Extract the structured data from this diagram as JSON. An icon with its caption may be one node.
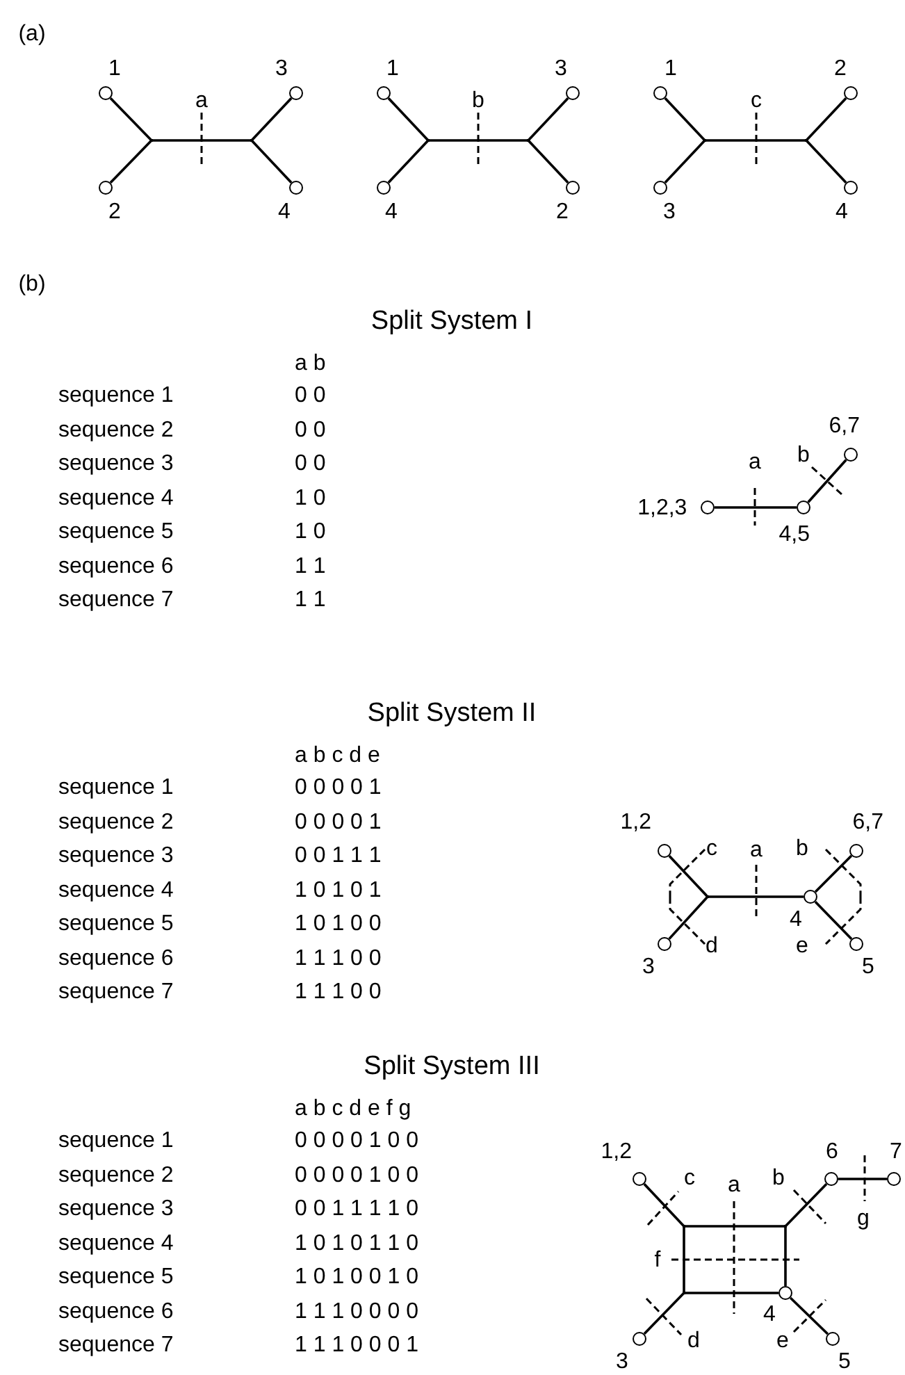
{
  "diagram": {
    "nodes": [
      {
        "text": [],
        "shape": "circle",
        "beside": [
          "1"
        ]
      },
      {
        "text": [],
        "shape": "circle",
        "beside": [
          "3"
        ]
      },
      {
        "text": [],
        "shape": "point"
      },
      {
        "text": [],
        "shape": "point"
      },
      {
        "text": [],
        "shape": "circle",
        "beside": [
          "2"
        ]
      },
      {
        "text": [],
        "shape": "circle",
        "beside": [
          "4"
        ]
      },
      {
        "text": [],
        "shape": "circle",
        "beside": [
          "1"
        ]
      },
      {
        "text": [],
        "shape": "circle",
        "beside": [
          "3"
        ]
      },
      {
        "text": [],
        "shape": "point"
      },
      {
        "text": [],
        "shape": "point"
      },
      {
        "text": [],
        "shape": "circle",
        "beside": [
          "4"
        ]
      },
      {
        "text": [],
        "shape": "circle",
        "beside": [
          "2"
        ]
      },
      {
        "text": [],
        "shape": "circle",
        "beside": [
          "1"
        ]
      },
      {
        "text": [],
        "shape": "circle",
        "beside": [
          "2"
        ]
      },
      {
        "text": [],
        "shape": "point"
      },
      {
        "text": [],
        "shape": "point"
      },
      {
        "text": [],
        "shape": "circle",
        "beside": [
          "3"
        ]
      },
      {
        "text": [],
        "shape": "circle",
        "beside": [
          "4"
        ]
      },
      {
        "text": [],
        "shape": "circle",
        "beside": [
          "6,7"
        ]
      },
      {
        "text": [],
        "shape": "circle",
        "beside": [
          "1,2,3"
        ]
      },
      {
        "text": [],
        "shape": "circle",
        "beside": [
          "4,5"
        ]
      },
      {
        "text": [],
        "shape": "circle",
        "beside": [
          "1,2"
        ]
      },
      {
        "text": [],
        "shape": "circle",
        "beside": [
          "6,7"
        ]
      },
      {
        "text": [],
        "shape": "point"
      },
      {
        "text": [],
        "shape": "circle",
        "beside": [
          "4"
        ]
      },
      {
        "text": [],
        "shape": "circle",
        "beside": [
          "3"
        ]
      },
      {
        "text": [],
        "shape": "circle",
        "beside": [
          "5"
        ]
      },
      {
        "text": [],
        "shape": "circle",
        "beside": [
          "1,2"
        ]
      },
      {
        "text": [],
        "shape": "circle",
        "beside": [
          "6"
        ]
      },
      {
        "text": [],
        "shape": "circle",
        "beside": [
          "7"
        ]
      },
      {
        "text": [],
        "shape": "point"
      },
      {
        "text": [],
        "shape": "point"
      },
      {
        "text": [],
        "shape": "point"
      },
      {
        "text": [],
        "shape": "circle",
        "beside": [
          "4"
        ]
      },
      {
        "text": [],
        "shape": "circle",
        "beside": [
          "3"
        ]
      },
      {
        "text": [],
        "shape": "circle",
        "beside": [
          "5"
        ]
      }
    ],
    "edges": [
      {
        "from": 0,
        "to": 2,
        "arrow": "none"
      },
      {
        "from": 4,
        "to": 2,
        "arrow": "none"
      },
      {
        "from": 2,
        "to": 3,
        "arrow": "none"
      },
      {
        "from": 3,
        "to": 1,
        "arrow": "none"
      },
      {
        "from": 3,
        "to": 5,
        "arrow": "none"
      },
      {
        "from": 6,
        "to": 8,
        "arrow": "none"
      },
      {
        "from": 10,
        "to": 8,
        "arrow": "none"
      },
      {
        "from": 8,
        "to": 9,
        "arrow": "none"
      },
      {
        "from": 9,
        "to": 7,
        "arrow": "none"
      },
      {
        "from": 9,
        "to": 11,
        "arrow": "none"
      },
      {
        "from": 12,
        "to": 14,
        "arrow": "none"
      },
      {
        "from": 16,
        "to": 14,
        "arrow": "none"
      },
      {
        "from": 14,
        "to": 15,
        "arrow": "none"
      },
      {
        "from": 15,
        "to": 13,
        "arrow": "none"
      },
      {
        "from": 15,
        "to": 17,
        "arrow": "none"
      },
      {
        "from": 19,
        "to": 20,
        "arrow": "none"
      },
      {
        "from": 20,
        "to": 18,
        "arrow": "none"
      },
      {
        "from": 21,
        "to": 23,
        "arrow": "none"
      },
      {
        "from": 25,
        "to": 23,
        "arrow": "none"
      },
      {
        "from": 23,
        "to": 24,
        "arrow": "none"
      },
      {
        "from": 24,
        "to": 22,
        "arrow": "none"
      },
      {
        "from": 24,
        "to": 26,
        "arrow": "none"
      },
      {
        "from": 27,
        "to": 30,
        "arrow": "none"
      },
      {
        "from": 30,
        "to": 31,
        "arrow": "none"
      },
      {
        "from": 31,
        "to": 28,
        "arrow": "none"
      },
      {
        "from": 28,
        "to": 29,
        "arrow": "none"
      },
      {
        "from": 30,
        "to": 32,
        "arrow": "none"
      },
      {
        "from": 31,
        "to": 33,
        "arrow": "none"
      },
      {
        "from": 32,
        "to": 33,
        "arrow": "none"
      },
      {
        "from": 32,
        "to": 34,
        "arrow": "none"
      },
      {
        "from": 33,
        "to": 35,
        "arrow": "none"
      }
    ],
    "labels": [
      "(a)",
      "a",
      "b",
      "c",
      "(b)",
      "Split System I",
      "a b",
      "sequence 1",
      "0 0",
      "sequence 2",
      "0 0",
      "sequence 3",
      "0 0",
      "sequence 4",
      "1 0",
      "sequence 5",
      "1 0",
      "sequence 6",
      "1 1",
      "sequence 7",
      "1 1",
      "a",
      "b",
      "Split System II",
      "a b c d e",
      "sequence 1",
      "0 0 0 0 1",
      "sequence 2",
      "0 0 0 0 1",
      "sequence 3",
      "0 0 1 1 1",
      "sequence 4",
      "1 0 1 0 1",
      "sequence 5",
      "1 0 1 0 0",
      "sequence 6",
      "1 1 1 0 0",
      "sequence 7",
      "1 1 1 0 0",
      "c",
      "a",
      "b",
      "d",
      "e",
      "Split System III",
      "a b c d e f g",
      "sequence 1",
      "0 0 0 0 1 0 0",
      "sequence 2",
      "0 0 0 0 1 0 0",
      "sequence 3",
      "0 0 1 1 1 1 0",
      "sequence 4",
      "1 0 1 0 1 1 0",
      "sequence 5",
      "1 0 1 0 0 1 0",
      "sequence 6",
      "1 1 1 0 0 0 0",
      "sequence 7",
      "1 1 1 0 0 0 1",
      "c",
      "a",
      "b",
      "g",
      "f",
      "d",
      "e"
    ]
  }
}
